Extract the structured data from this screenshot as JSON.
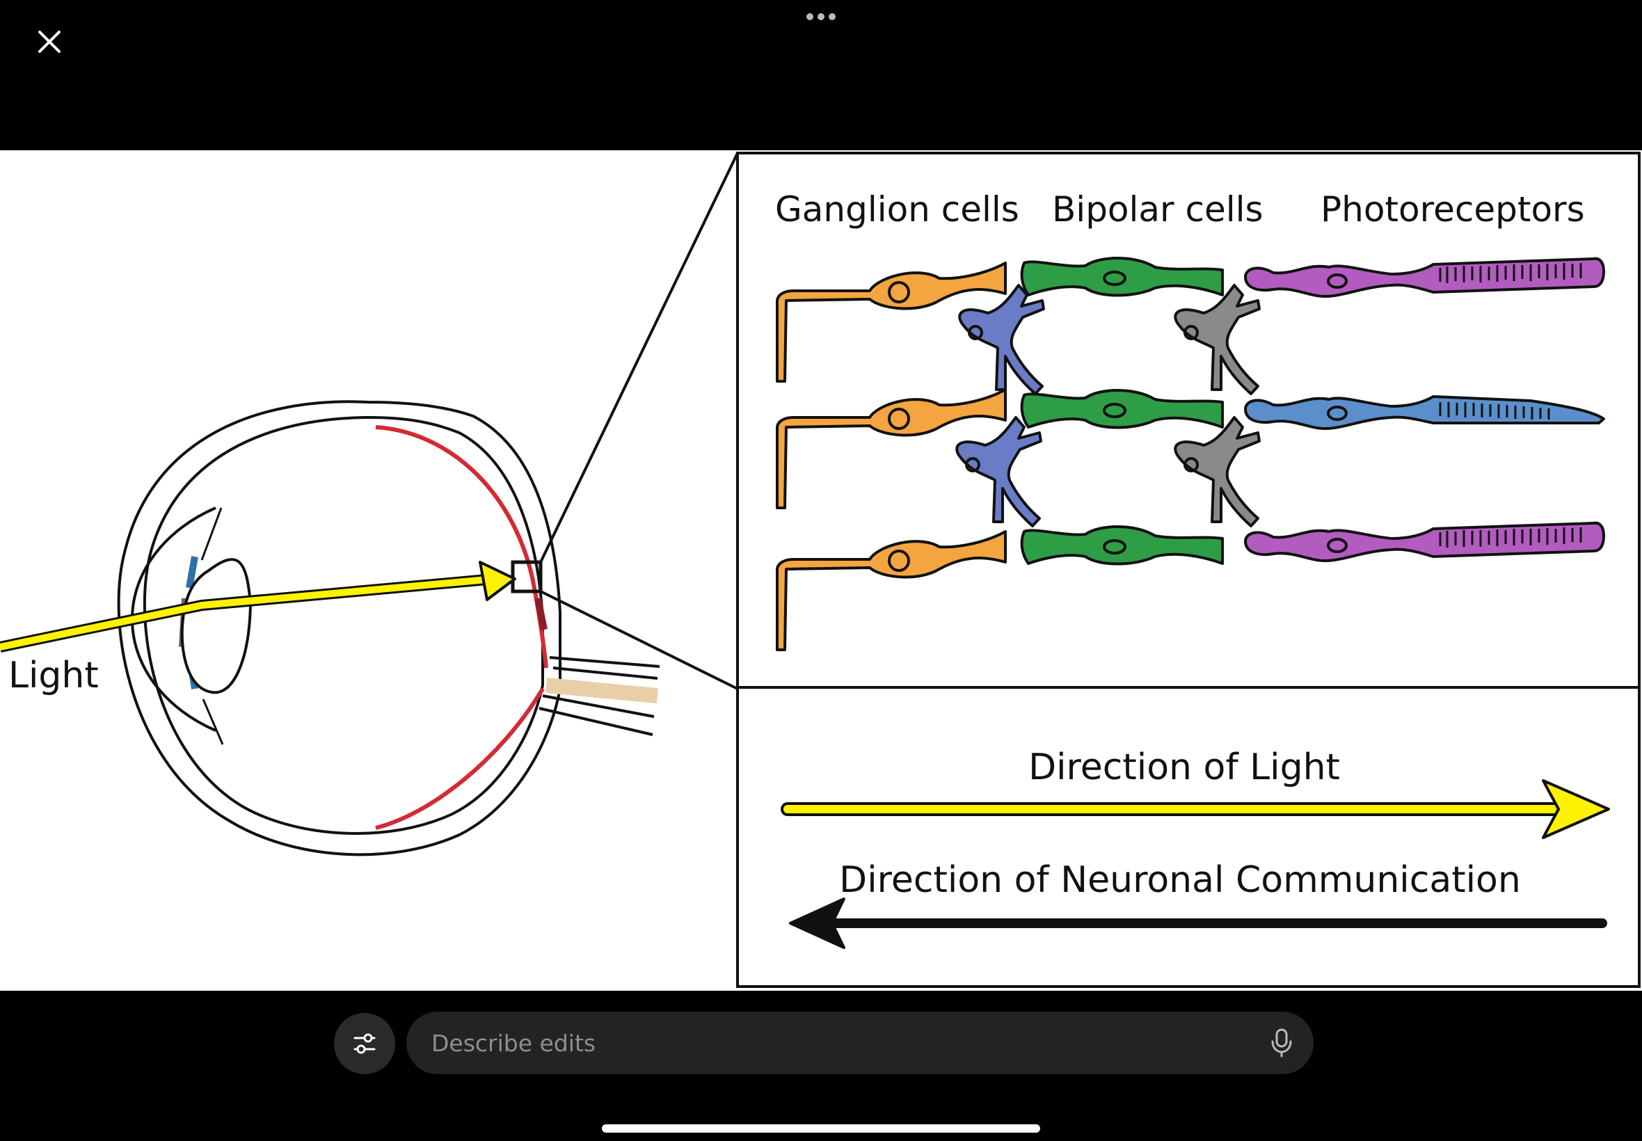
{
  "toolbar": {
    "close_icon": "close-icon",
    "more_icon": "more-horizontal-icon"
  },
  "diagram": {
    "light_label": "Light",
    "retina_layers": {
      "ganglion": "Ganglion cells",
      "bipolar": "Bipolar cells",
      "photoreceptors": "Photoreceptors"
    },
    "legend": {
      "light_direction": "Direction of Light",
      "neuronal_direction": "Direction of Neuronal Communication"
    },
    "colors": {
      "ganglion": "#F4A540",
      "bipolar": "#2E9E46",
      "interneuron_blue": "#6A7CC6",
      "interneuron_gray": "#8A8A8A",
      "rod": "#B35CC0",
      "cone": "#5B8FCB",
      "retina": "#D42A35",
      "light_arrow": "#FFF200",
      "optic_nerve": "#E8CFA8"
    }
  },
  "bottom_bar": {
    "adjust_icon": "sliders-icon",
    "edit_placeholder": "Describe edits",
    "mic_icon": "microphone-icon"
  }
}
